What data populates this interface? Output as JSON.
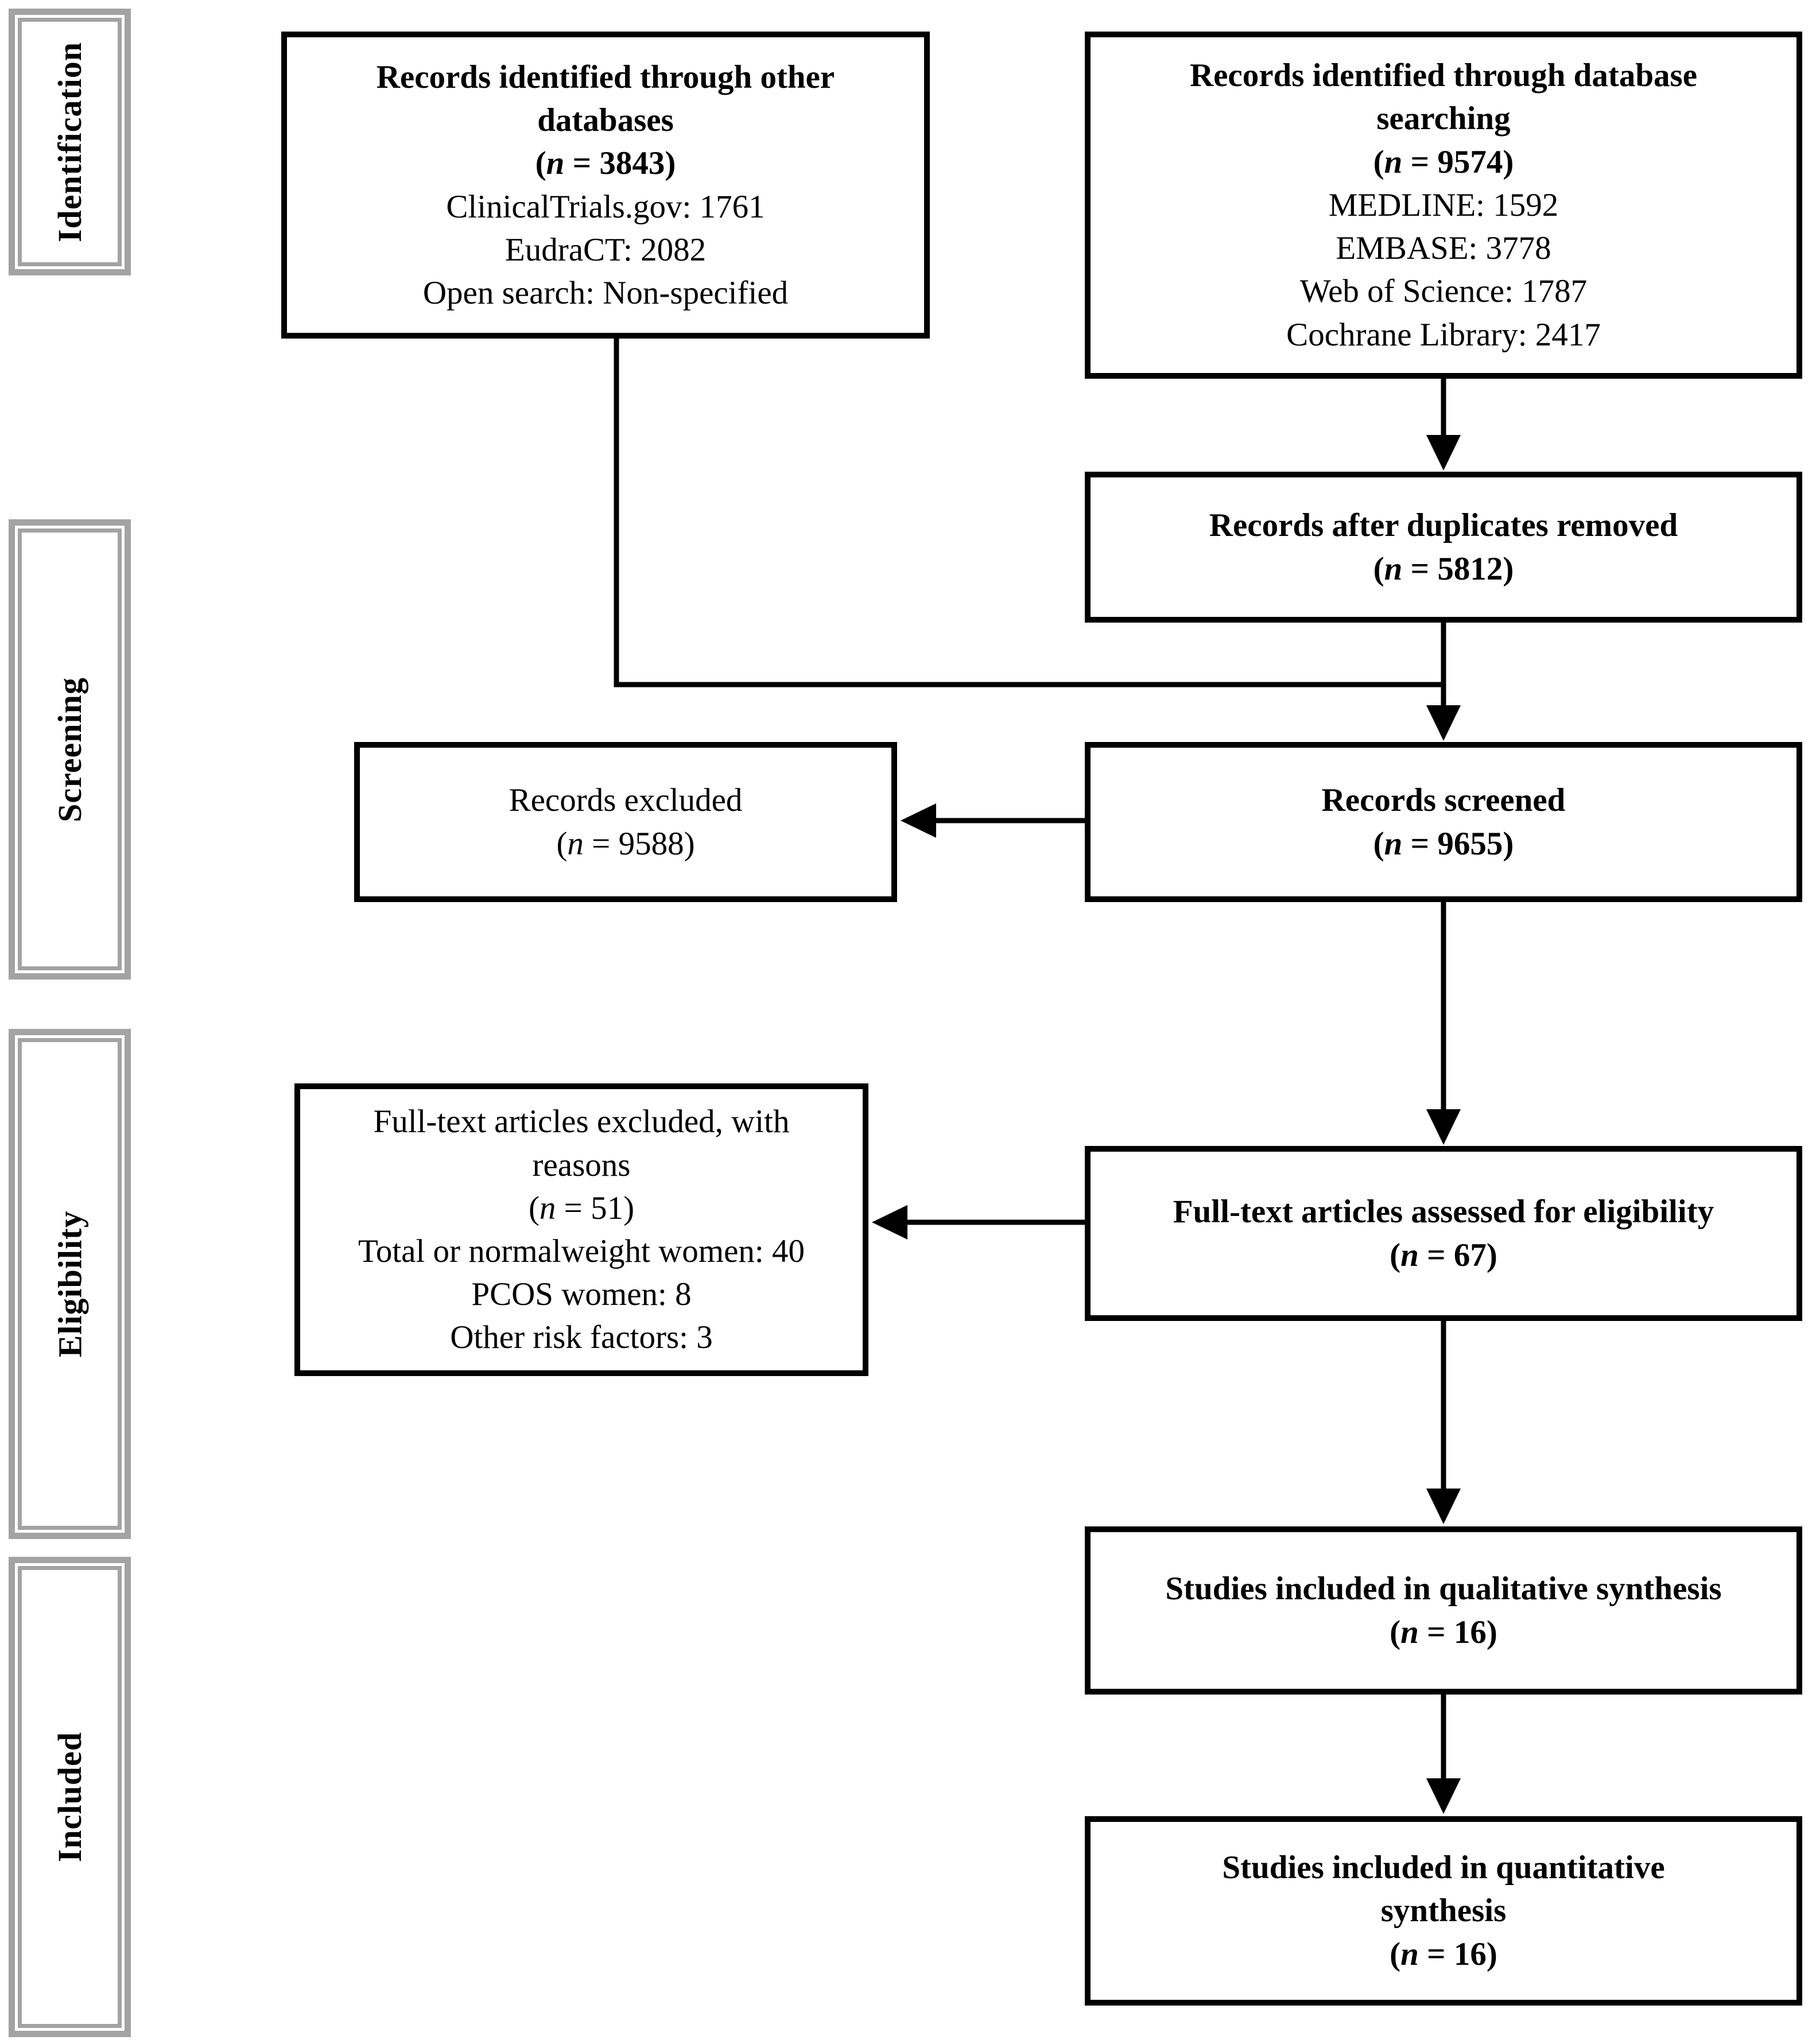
{
  "figure": {
    "background": "#ffffff",
    "box_border_color": "#000000",
    "stage_border_color": "#a3a3a3",
    "text_color": "#000000"
  },
  "sidebar": [
    {
      "label": "Identification"
    },
    {
      "label": "Screening"
    },
    {
      "label": "Eligibility"
    },
    {
      "label": "Included"
    }
  ],
  "boxes": {
    "other_databases": {
      "title_lines": [
        "Records identified through other",
        "databases"
      ],
      "n_open": "(",
      "n_var": "n",
      "n_rest": " = 3843)",
      "details": [
        "ClinicalTrials.gov: 1761",
        "EudraCT: 2082",
        "Open search: Non-specified"
      ]
    },
    "database_searching": {
      "title_lines": [
        "Records identified through database",
        "searching"
      ],
      "n_open": "(",
      "n_var": "n",
      "n_rest": " = 9574)",
      "details": [
        "MEDLINE: 1592",
        "EMBASE: 3778",
        "Web of Science: 1787",
        "Cochrane Library: 2417"
      ]
    },
    "duplicates_removed": {
      "title_lines": [
        "Records after duplicates removed"
      ],
      "n_open": "(",
      "n_var": "n",
      "n_rest": " = 5812)"
    },
    "records_excluded": {
      "title_lines": [
        "Records excluded"
      ],
      "n_open": "(",
      "n_var": "n",
      "n_rest": " = 9588)"
    },
    "records_screened": {
      "title_lines": [
        "Records screened"
      ],
      "n_open": "(",
      "n_var": "n",
      "n_rest": " = 9655)"
    },
    "fulltext_excluded": {
      "title_lines": [
        "Full-text articles excluded, with",
        "reasons"
      ],
      "n_open": "(",
      "n_var": "n",
      "n_rest": " = 51)",
      "details": [
        "Total or normalweight women: 40",
        "PCOS women: 8",
        "Other risk factors: 3"
      ]
    },
    "fulltext_assessed": {
      "title_lines": [
        "Full-text articles assessed for eligibility"
      ],
      "n_open": "(",
      "n_var": "n",
      "n_rest": " = 67)"
    },
    "qualitative": {
      "title_lines": [
        "Studies included in qualitative synthesis"
      ],
      "n_open": "(",
      "n_var": "n",
      "n_rest": " = 16)"
    },
    "quantitative": {
      "title_lines": [
        "Studies included in quantitative",
        "synthesis"
      ],
      "n_open": "(",
      "n_var": "n",
      "n_rest": " = 16)"
    }
  }
}
